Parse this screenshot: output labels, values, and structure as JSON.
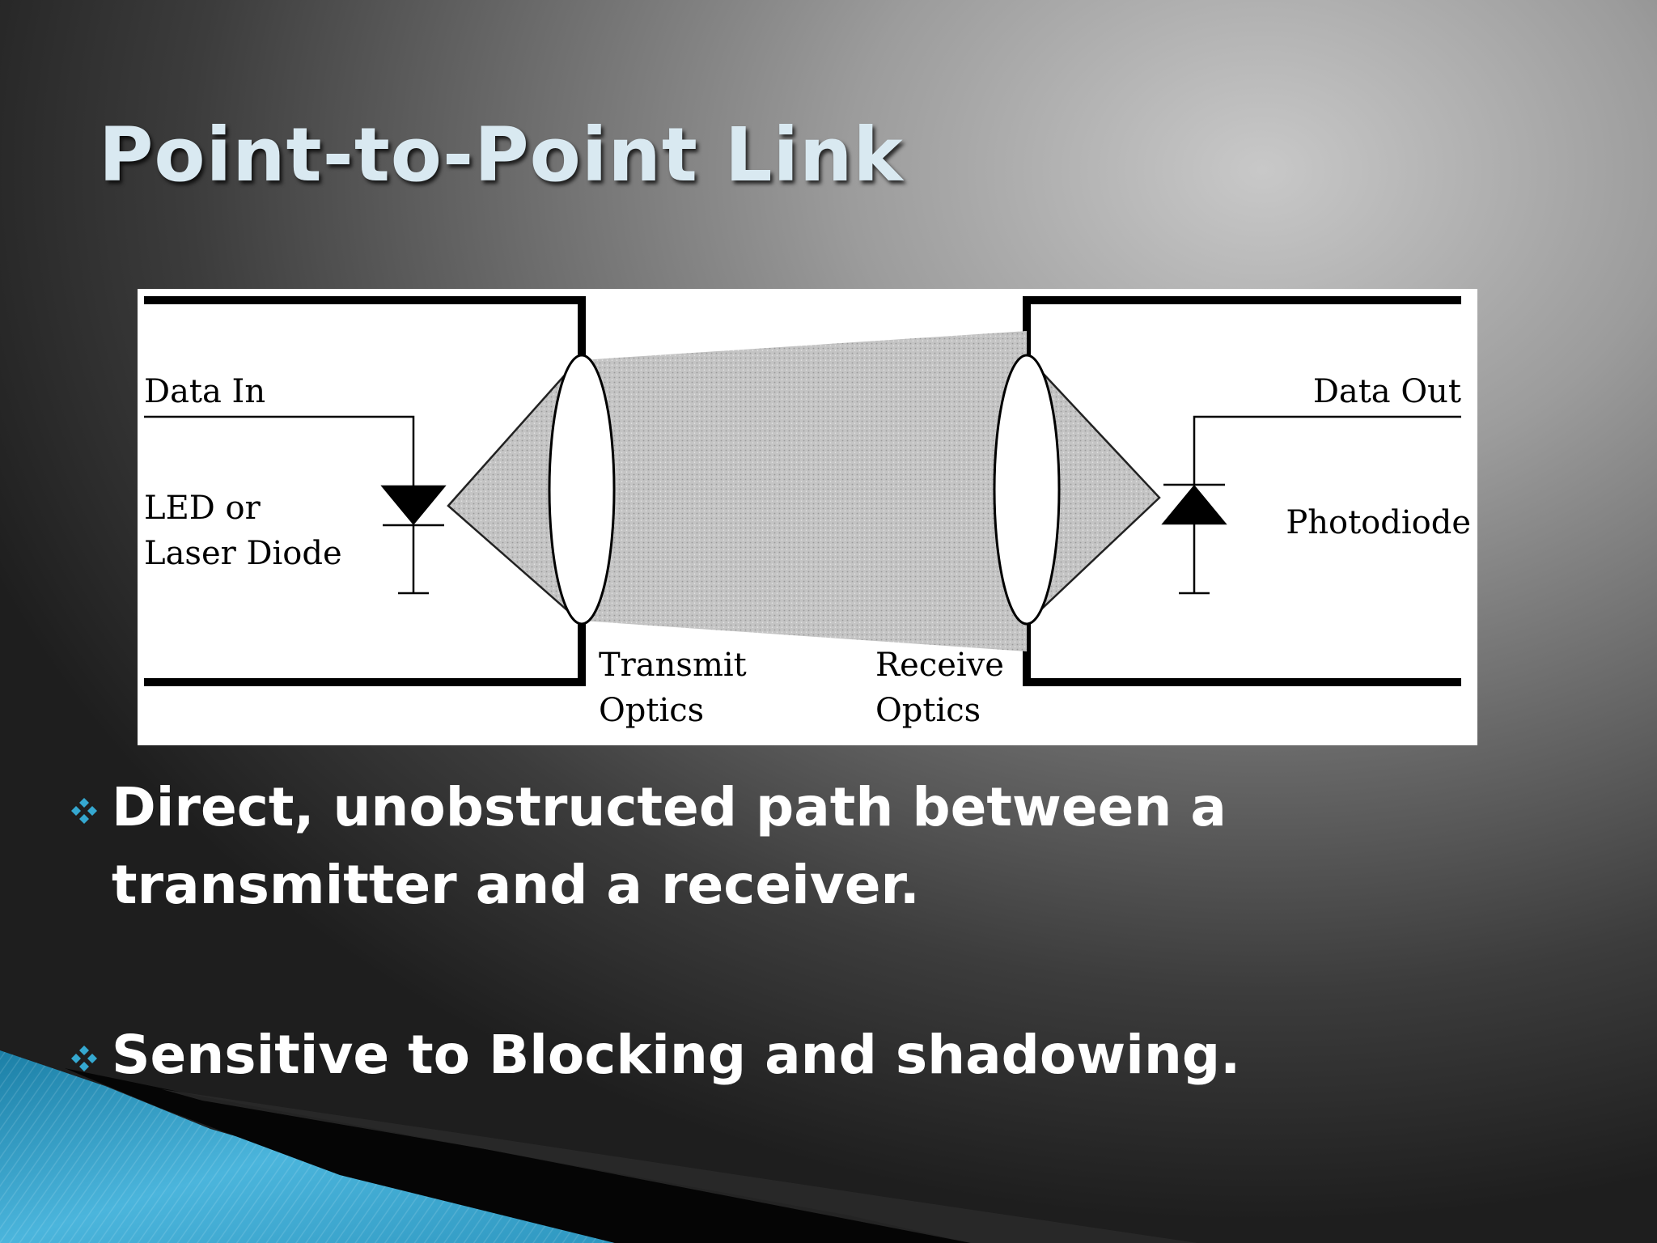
{
  "slide": {
    "title": "Point-to-Point Link",
    "colors": {
      "title": "#d9e9f1",
      "accent_teal": "#35a8d0",
      "bullet_text": "#ffffff"
    }
  },
  "diagram": {
    "labels": {
      "data_in": "Data In",
      "led_line1": "LED or",
      "led_line2": "Laser Diode",
      "data_out": "Data Out",
      "photodiode": "Photodiode",
      "transmit_line1": "Transmit",
      "transmit_line2": "Optics",
      "receive_line1": "Receive",
      "receive_line2": "Optics"
    }
  },
  "bullets": [
    {
      "marker_icon": "diamond-cluster-icon",
      "text": "Direct, unobstructed path between a transmitter and a receiver."
    },
    {
      "marker_icon": "diamond-cluster-icon",
      "text": "Sensitive to Blocking and shadowing."
    }
  ]
}
